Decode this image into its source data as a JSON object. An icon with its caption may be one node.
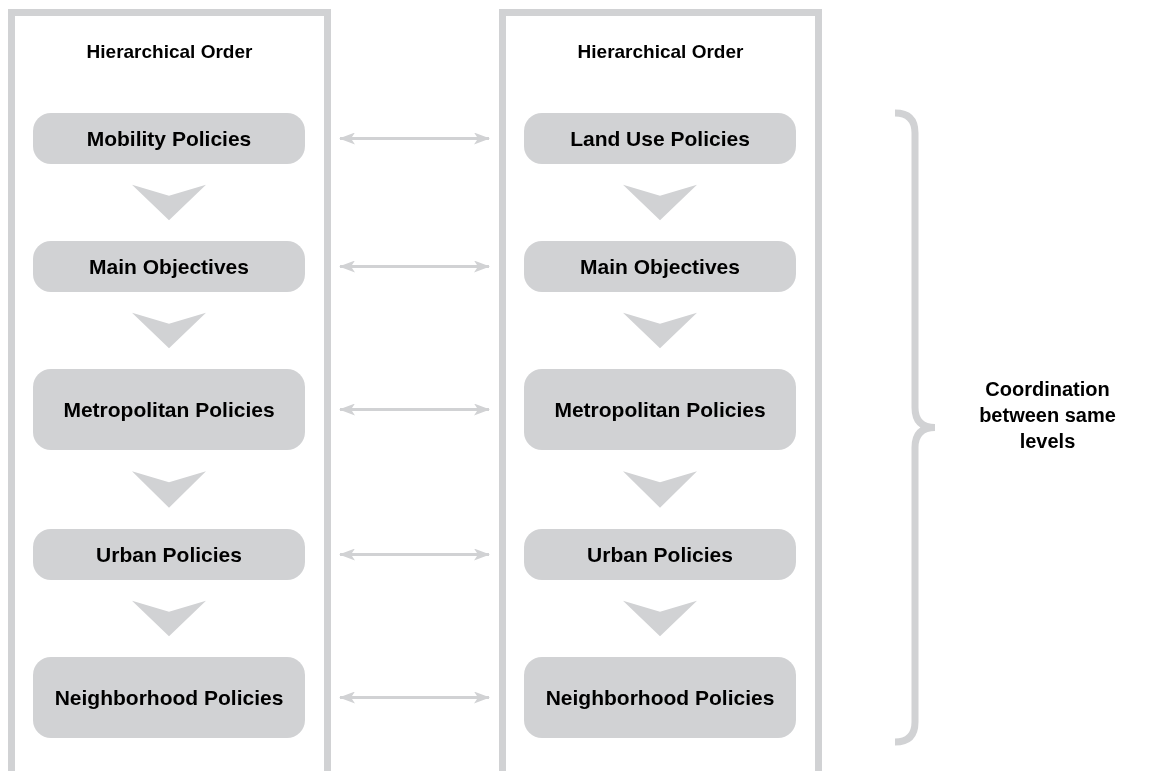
{
  "diagram": {
    "nodes": [
      {
        "text": [
          "Hierarchical Order"
        ]
      },
      {
        "text": [
          "Mobility Policies"
        ],
        "in": 0
      },
      {
        "text": [
          "Main Objectives"
        ],
        "in": 0
      },
      {
        "text": [
          "Metropolitan Policies"
        ],
        "in": 0
      },
      {
        "text": [
          "Urban Policies"
        ],
        "in": 0
      },
      {
        "text": [
          "Neighborhood Policies"
        ],
        "in": 0
      },
      {
        "text": [
          "Hierarchical Order"
        ]
      },
      {
        "text": [
          "Land Use Policies"
        ],
        "in": 6
      },
      {
        "text": [
          "Main Objectives"
        ],
        "in": 6
      },
      {
        "text": [
          "Metropolitan Policies"
        ],
        "in": 6
      },
      {
        "text": [
          "Urban Policies"
        ],
        "in": 6
      },
      {
        "text": [
          "Neighborhood Policies"
        ],
        "in": 6
      }
    ],
    "edges": [
      {
        "from": 1,
        "to": 2,
        "arrow": "to"
      },
      {
        "from": 2,
        "to": 3,
        "arrow": "to"
      },
      {
        "from": 3,
        "to": 4,
        "arrow": "to"
      },
      {
        "from": 4,
        "to": 5,
        "arrow": "to"
      },
      {
        "from": 7,
        "to": 8,
        "arrow": "to"
      },
      {
        "from": 8,
        "to": 9,
        "arrow": "to"
      },
      {
        "from": 9,
        "to": 10,
        "arrow": "to"
      },
      {
        "from": 10,
        "to": 11,
        "arrow": "to"
      },
      {
        "from": 1,
        "to": 7,
        "arrow": "both"
      },
      {
        "from": 2,
        "to": 8,
        "arrow": "both"
      },
      {
        "from": 3,
        "to": 9,
        "arrow": "both"
      },
      {
        "from": 4,
        "to": 10,
        "arrow": "both"
      },
      {
        "from": 5,
        "to": 11,
        "arrow": "both"
      }
    ],
    "labels": [
      "Coordination between same levels"
    ]
  }
}
